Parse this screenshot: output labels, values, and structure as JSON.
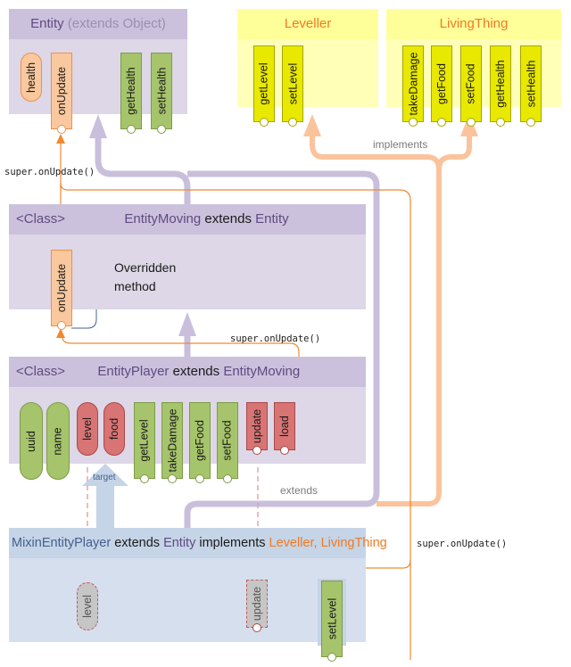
{
  "entity": {
    "title_name": "Entity",
    "title_suffix": "(extends Object)",
    "fields": [
      "health"
    ],
    "methods": [
      "onUpdate",
      "getHealth",
      "setHealth"
    ]
  },
  "leveller": {
    "title": "Leveller",
    "methods": [
      "getLevel",
      "setLevel"
    ]
  },
  "living_thing": {
    "title": "LivingThing",
    "methods": [
      "takeDamage",
      "getFood",
      "setFood",
      "getHealth",
      "setHealth"
    ]
  },
  "entity_moving": {
    "stereotype": "<Class>",
    "name": "EntityMoving",
    "keyword": "extends",
    "parent": "Entity",
    "methods": [
      "onUpdate"
    ],
    "annotation_line1": "Overridden",
    "annotation_line2": "method"
  },
  "entity_player": {
    "stereotype": "<Class>",
    "name": "EntityPlayer",
    "keyword": "extends",
    "parent": "EntityMoving",
    "fields": [
      "uuid",
      "name",
      "level",
      "food"
    ],
    "methods": [
      "getLevel",
      "takeDamage",
      "getFood",
      "setFood",
      "update",
      "load"
    ]
  },
  "mixin": {
    "name": "MixinEntityPlayer",
    "keyword1": "extends",
    "parent": "Entity",
    "keyword2": "implements",
    "interfaces": "Leveller, LivingThing",
    "shadow_field": "level",
    "shadow_method": "update",
    "method": "setLevel"
  },
  "labels": {
    "implements": "implements",
    "extends": "extends",
    "target": "target",
    "super_call": "super.onUpdate()"
  },
  "colors": {
    "class_header": "#cbc1dc",
    "class_body": "#ddd7e7",
    "interface_header": "#ffff99",
    "mixin_header": "#c5d4e6",
    "inherit_arrow": "#c9bfdc",
    "implement_arrow": "#fbc39c",
    "call_line": "#f08a30"
  }
}
